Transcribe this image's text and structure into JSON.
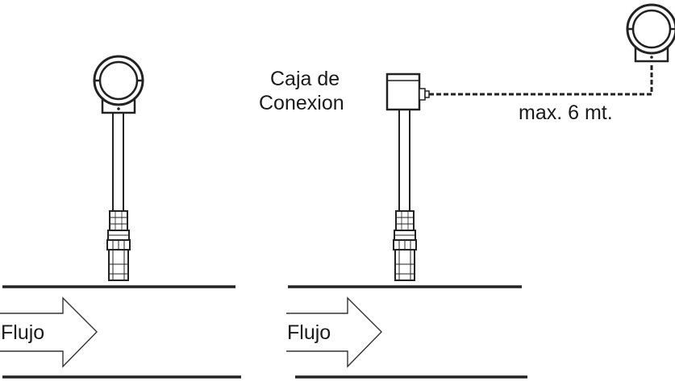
{
  "labels": {
    "flow_left": "Flujo",
    "flow_right": "Flujo",
    "junction_box_line1": "Caja de",
    "junction_box_line2": "Conexion",
    "max_distance": "max. 6 mt."
  }
}
